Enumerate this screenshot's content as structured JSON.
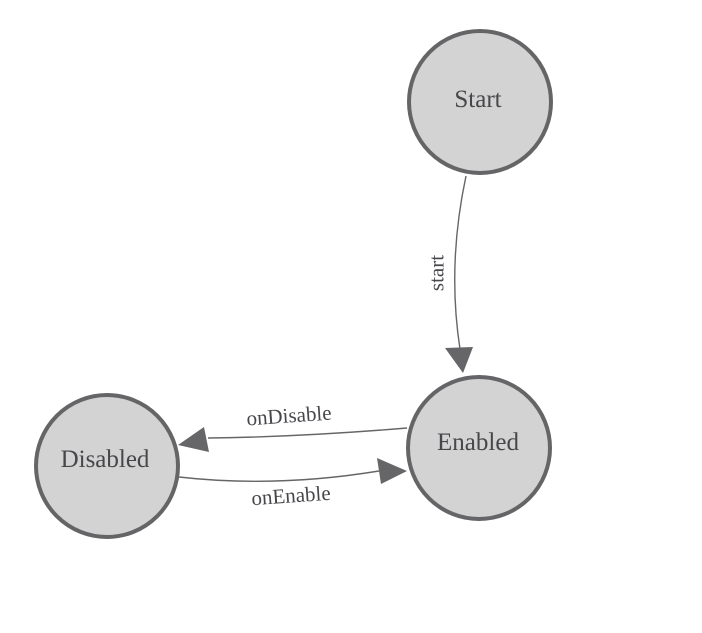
{
  "diagram": {
    "type": "state-machine",
    "nodes": [
      {
        "id": "start",
        "label": "Start"
      },
      {
        "id": "enabled",
        "label": "Enabled"
      },
      {
        "id": "disabled",
        "label": "Disabled"
      }
    ],
    "edges": [
      {
        "from": "Start",
        "to": "Enabled",
        "label": "start"
      },
      {
        "from": "Enabled",
        "to": "Disabled",
        "label": "onDisable"
      },
      {
        "from": "Disabled",
        "to": "Enabled",
        "label": "onEnable"
      }
    ],
    "colors": {
      "background": "#ffffff",
      "node_fill": "#d3d3d3",
      "node_stroke": "#656567",
      "edge_stroke": "#666668",
      "arrow_fill": "#666668",
      "label_text": "#47474b"
    }
  }
}
